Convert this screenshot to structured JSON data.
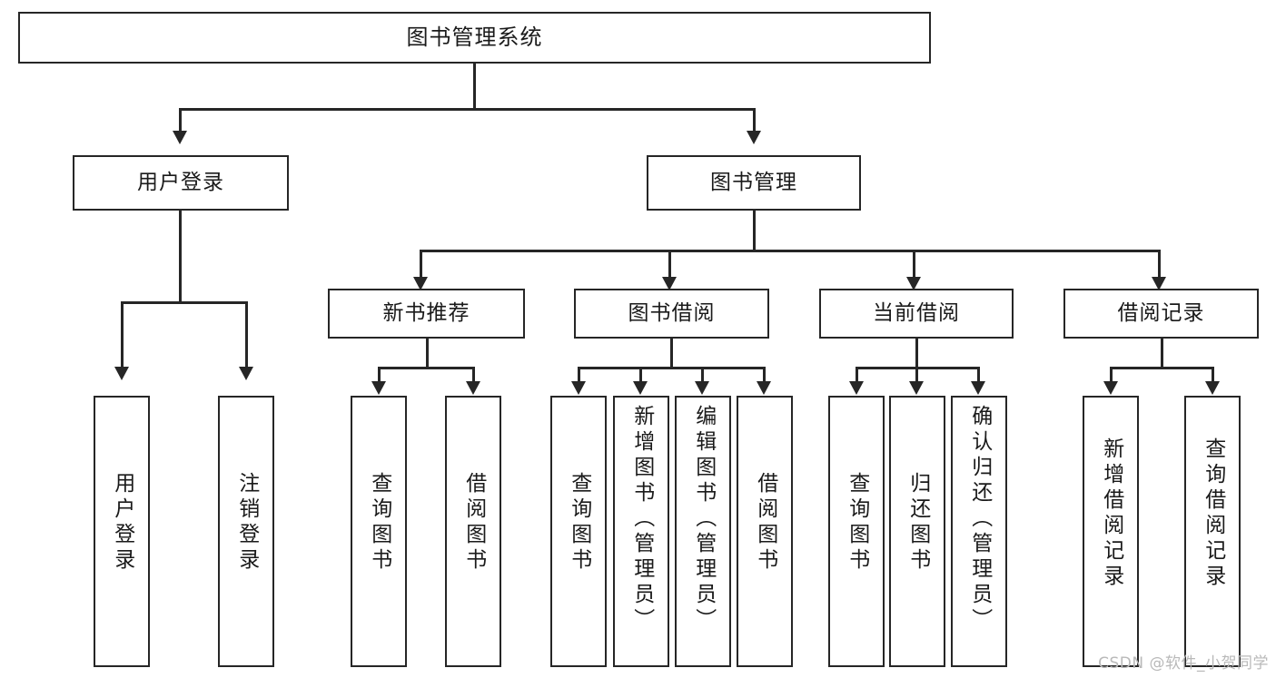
{
  "diagram": {
    "type": "tree",
    "title": "图书管理系统",
    "watermark": "CSDN @软件_小贺同学",
    "colors": {
      "stroke": "#262626",
      "fill": "#ffffff",
      "text": "#1a1a1a",
      "watermark": "#b9b9b9"
    },
    "root": {
      "label": "图书管理系统"
    },
    "level2": [
      {
        "label": "用户登录"
      },
      {
        "label": "图书管理"
      }
    ],
    "level3": [
      {
        "label": "新书推荐"
      },
      {
        "label": "图书借阅"
      },
      {
        "label": "当前借阅"
      },
      {
        "label": "借阅记录"
      }
    ],
    "leaves": {
      "user_login": [
        {
          "label": "用户登录"
        },
        {
          "label": "注销登录"
        }
      ],
      "new_book_recommend": [
        {
          "label": "查询图书"
        },
        {
          "label": "借阅图书"
        }
      ],
      "book_borrow": [
        {
          "label": "查询图书"
        },
        {
          "label": "新增图书（管理员）"
        },
        {
          "label": "编辑图书（管理员）"
        },
        {
          "label": "借阅图书"
        }
      ],
      "current_borrow": [
        {
          "label": "查询图书"
        },
        {
          "label": "归还图书"
        },
        {
          "label": "确认归还（管理员）"
        }
      ],
      "borrow_record": [
        {
          "label": "新增借阅记录"
        },
        {
          "label": "查询借阅记录"
        }
      ]
    }
  }
}
